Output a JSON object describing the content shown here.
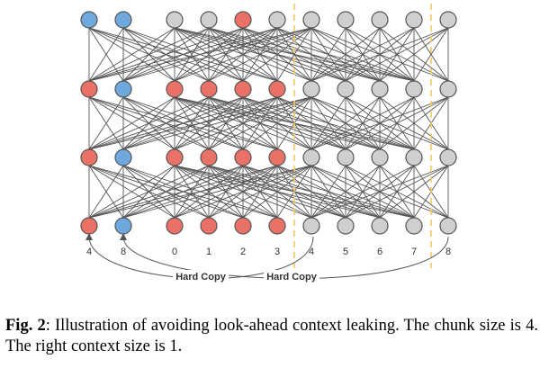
{
  "diagram": {
    "column_labels": [
      "4",
      "8",
      "0",
      "1",
      "2",
      "3",
      "4",
      "5",
      "6",
      "7",
      "8"
    ],
    "copy_labels": [
      "Hard Copy",
      "Hard Copy"
    ],
    "colors": {
      "blue": "#6fa8dc",
      "red": "#ea7166",
      "gray": "#cfcfcf",
      "stroke": "#555555",
      "edge": "#555555",
      "divider": "#f6c85f"
    },
    "layers": [
      [
        "blue",
        "blue",
        "gray",
        "gray",
        "red",
        "gray",
        "gray",
        "gray",
        "gray",
        "gray",
        "gray"
      ],
      [
        "red",
        "blue",
        "red",
        "red",
        "red",
        "red",
        "gray",
        "gray",
        "gray",
        "gray",
        "gray"
      ],
      [
        "red",
        "blue",
        "red",
        "red",
        "red",
        "red",
        "gray",
        "gray",
        "gray",
        "gray",
        "gray"
      ],
      [
        "red",
        "blue",
        "red",
        "red",
        "red",
        "red",
        "gray",
        "gray",
        "gray",
        "gray",
        "gray"
      ]
    ]
  },
  "caption": {
    "fig_ref": "Fig. 2",
    "text": ":  Illustration of avoiding look-ahead context leaking.  The chunk size is 4. The right context size is 1."
  }
}
